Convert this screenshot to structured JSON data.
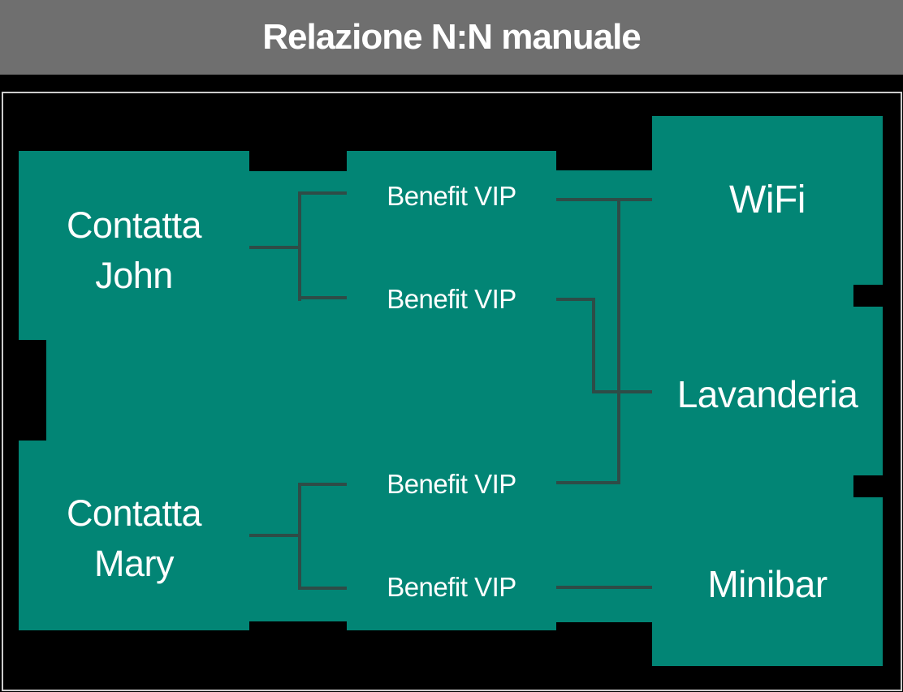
{
  "title": "Relazione N:N manuale",
  "colors": {
    "teal": "#028575",
    "line": "#2E4C47",
    "header": "#6F6F6F",
    "canvas-border": "#CCCCCC",
    "background": "#000000",
    "text": "#FFFFFF"
  },
  "nodes": {
    "contacts": [
      {
        "line1": "Contatta",
        "line2": "John"
      },
      {
        "line1": "Contatta",
        "line2": "Mary"
      }
    ],
    "junctions": [
      {
        "label": "Benefit VIP"
      },
      {
        "label": "Benefit VIP"
      },
      {
        "label": "Benefit VIP"
      },
      {
        "label": "Benefit VIP"
      }
    ],
    "benefits": [
      {
        "label": "WiFi"
      },
      {
        "label": "Lavanderia"
      },
      {
        "label": "Minibar"
      }
    ]
  }
}
